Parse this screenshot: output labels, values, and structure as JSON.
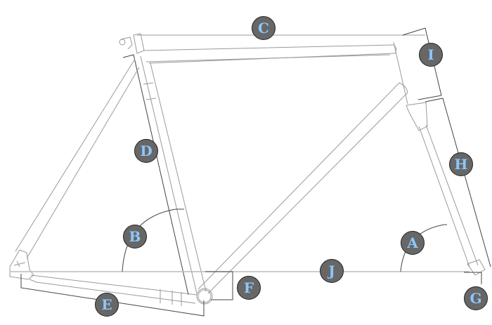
{
  "title": "Bicycle frame geometry",
  "labels": {
    "A": "A",
    "B": "B",
    "C": "C",
    "D": "D",
    "E": "E",
    "F": "F",
    "G": "G",
    "H": "H",
    "I": "I",
    "J": "J"
  },
  "colors": {
    "badge_fill": "#676767",
    "badge_text": "#8cc6fb",
    "frame_line": "#9a9a9a",
    "dimension_line": "#444444"
  }
}
